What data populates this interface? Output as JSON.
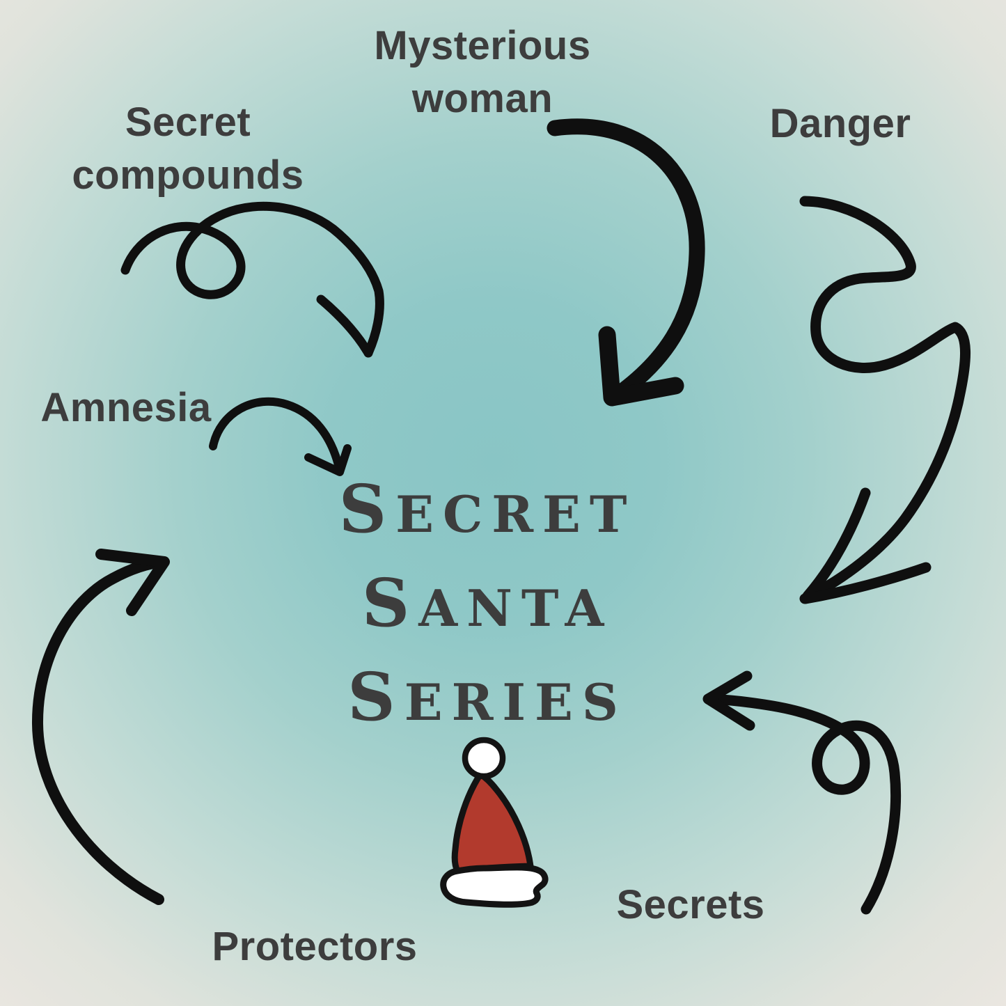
{
  "diagram": {
    "title": {
      "line1": "Secret",
      "line2": "Santa",
      "line3": "Series"
    },
    "labels": {
      "mysterious_woman": {
        "line1": "Mysterious",
        "line2": "woman"
      },
      "secret_compounds": {
        "line1": "Secret",
        "line2": "compounds"
      },
      "danger": "Danger",
      "amnesia": "Amnesia",
      "protectors": "Protectors",
      "secrets": "Secrets"
    },
    "icon": "santa-hat",
    "colors": {
      "background_center": "#89c5c5",
      "background_edge": "#eae6e0",
      "text": "#3d3d3d",
      "arrow_ink": "#0f0f0f",
      "hat_red": "#b23a2d",
      "hat_white": "#ffffff",
      "hat_outline": "#131313"
    }
  }
}
